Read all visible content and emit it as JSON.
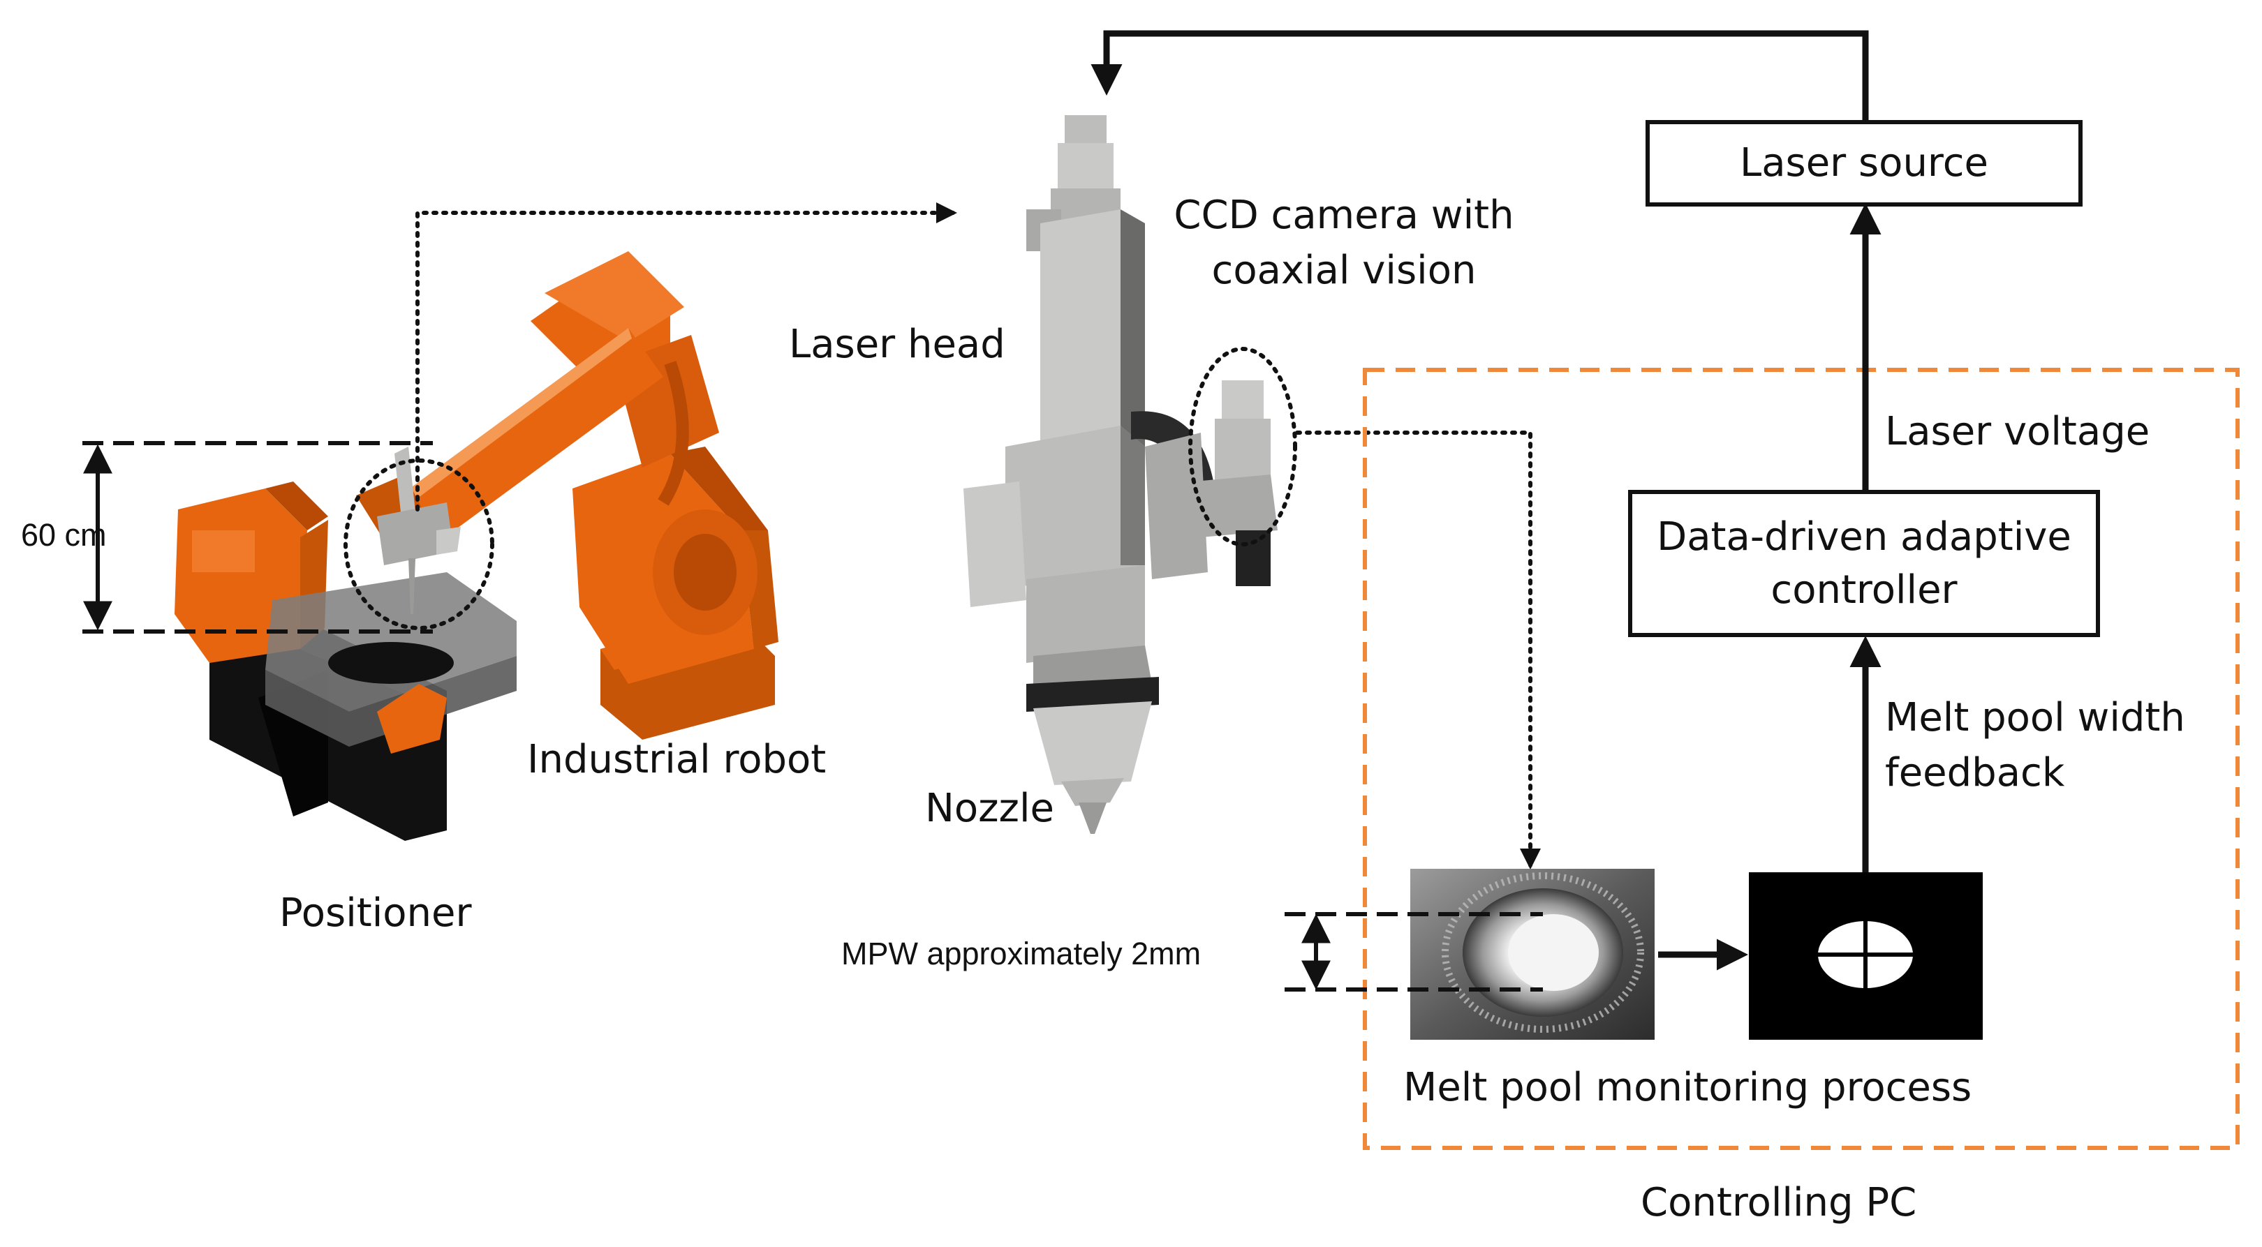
{
  "labels": {
    "laser_source": "Laser source",
    "ccd_camera_line1": "CCD camera with",
    "ccd_camera_line2": "coaxial vision",
    "laser_head": "Laser head",
    "laser_voltage": "Laser voltage",
    "controller_line1": "Data-driven adaptive",
    "controller_line2": "controller",
    "melt_pool_feedback_line1": "Melt pool width",
    "melt_pool_feedback_line2": "feedback",
    "industrial_robot": "Industrial robot",
    "nozzle": "Nozzle",
    "positioner": "Positioner",
    "height_dimension": "60 cm",
    "mpw": "MPW approximately 2mm",
    "monitoring_process": "Melt pool monitoring process",
    "controlling_pc": "Controlling PC"
  },
  "colors": {
    "robot_orange": "#e8650f",
    "robot_dark": "#b84a06",
    "machine_gray": "#c9c9c7",
    "machine_dark": "#8e8e8c",
    "pc_dashed": "#f0883a",
    "line": "#111111"
  }
}
